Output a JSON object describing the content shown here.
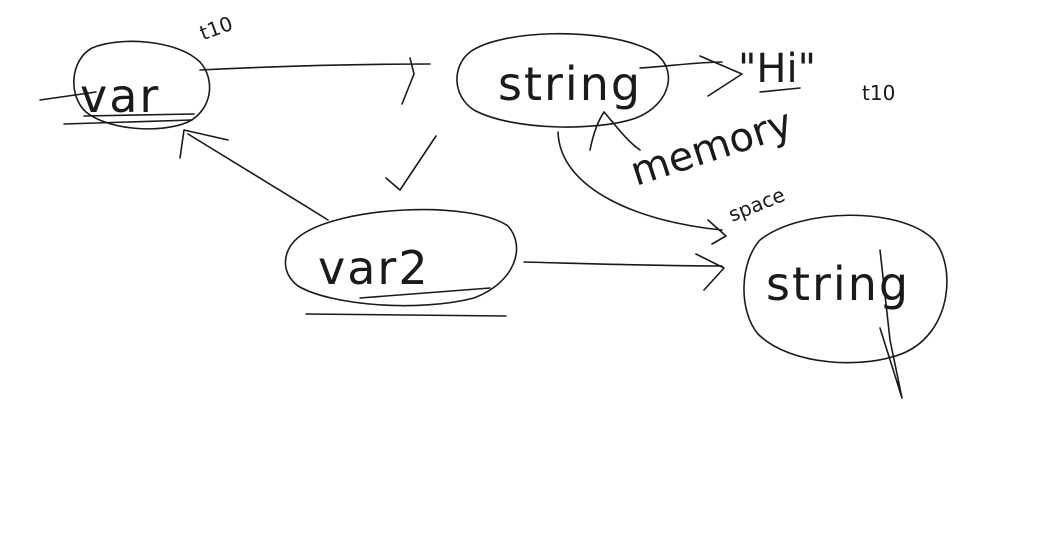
{
  "diagram": {
    "nodes": [
      {
        "id": "var1",
        "label": "var"
      },
      {
        "id": "str1",
        "label": "string"
      },
      {
        "id": "var2",
        "label": "var2"
      },
      {
        "id": "str2",
        "label": "string"
      }
    ],
    "annotations": {
      "var1_note": "t10",
      "literal_value": "\"Hi\"",
      "literal_note": "t10",
      "memory_label": "memory",
      "space_label": "space"
    },
    "colors": {
      "ink": "#1a1a1a",
      "background": "#ffffff"
    }
  }
}
